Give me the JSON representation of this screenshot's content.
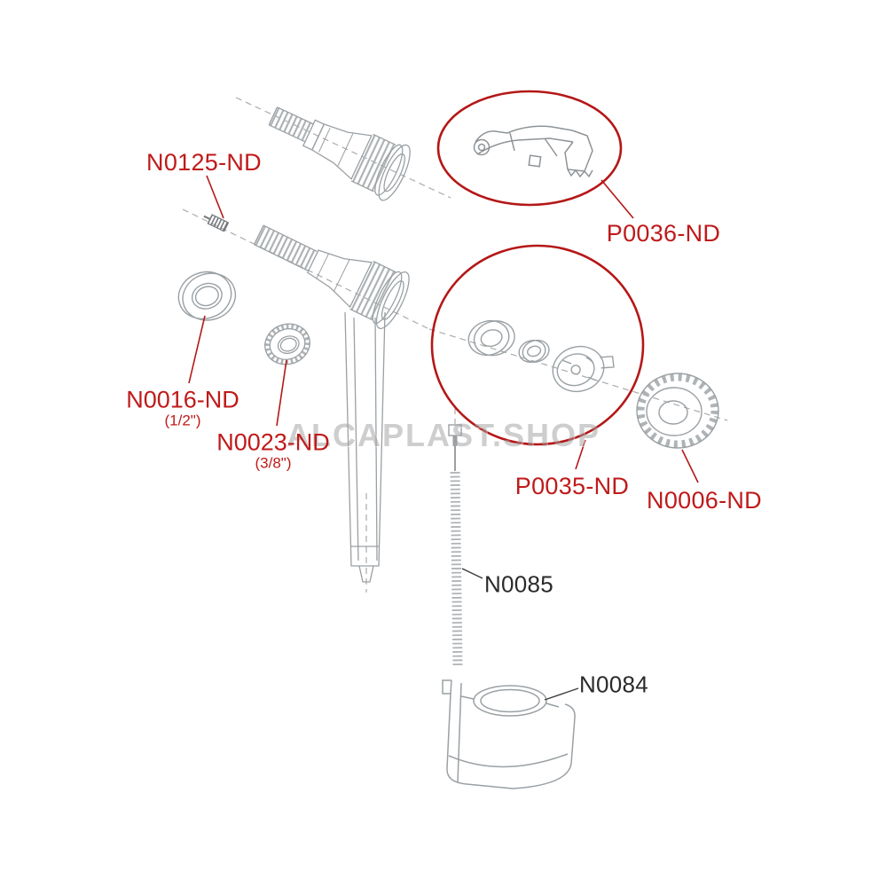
{
  "diagram": {
    "watermark": "ALCAPLAST.SHOP",
    "colors": {
      "label_red": "#bf1a1a",
      "callout_red": "#b51717",
      "label_dark": "#2b2a29",
      "line_gray": "#9aa0a4"
    }
  },
  "labels": {
    "n0125": {
      "id": "N0125-ND"
    },
    "n0016": {
      "id": "N0016-ND",
      "size": "(1/2\")"
    },
    "n0023": {
      "id": "N0023-ND",
      "size": "(3/8\")"
    },
    "p0036": {
      "id": "P0036-ND"
    },
    "p0035": {
      "id": "P0035-ND"
    },
    "n0006": {
      "id": "N0006-ND"
    },
    "n0085": {
      "id": "N0085"
    },
    "n0084": {
      "id": "N0084"
    }
  }
}
